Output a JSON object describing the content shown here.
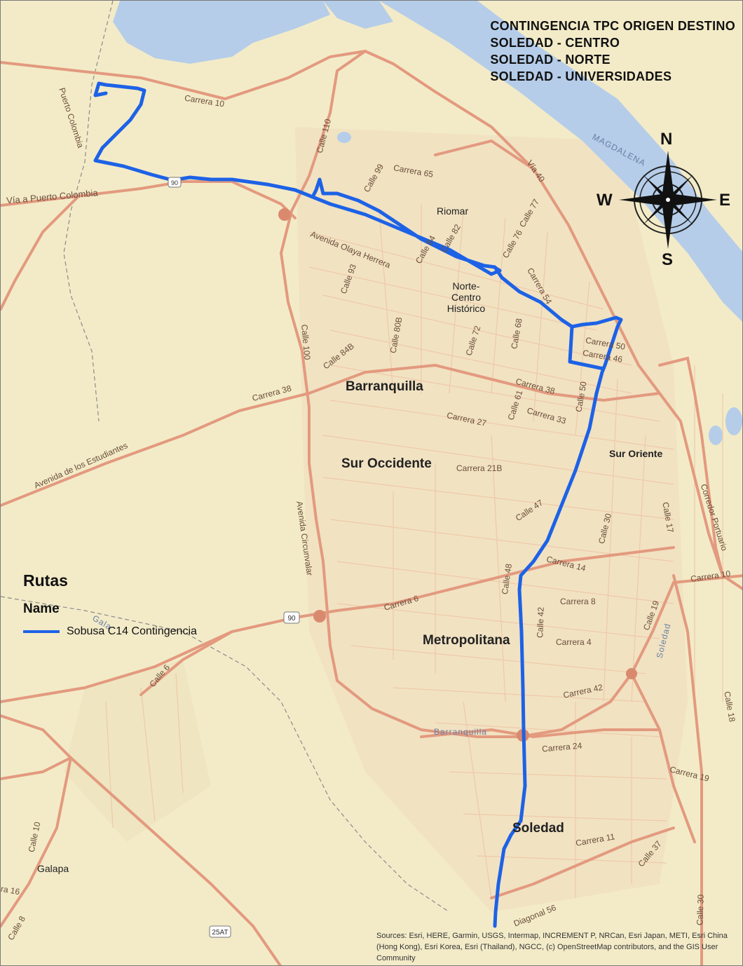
{
  "title": {
    "lines": [
      "CONTINGENCIA TPC ORIGEN DESTINO",
      "SOLEDAD - CENTRO",
      "SOLEDAD - NORTE",
      "SOLEDAD - UNIVERSIDADES"
    ]
  },
  "legend": {
    "title": "Rutas",
    "field": "Name",
    "items": [
      {
        "label": "Sobusa C14 Contingencia",
        "color": "#1d62e6"
      }
    ]
  },
  "compass": {
    "n": "N",
    "s": "S",
    "e": "E",
    "w": "W"
  },
  "attribution": "Sources: Esri, HERE, Garmin, USGS, Intermap, INCREMENT P, NRCan, Esri Japan, METI, Esri China (Hong Kong), Esri Korea, Esri (Thailand), NGCC, (c) OpenStreetMap contributors, and the GIS User Community",
  "places": {
    "barranquilla": "Barranquilla",
    "sur_occidente": "Sur Occidente",
    "metropolitana": "Metropolitana",
    "soledad": "Soledad",
    "riomar": "Riomar",
    "norte_centro": "Norte-Centro Histórico",
    "sur_oriente": "Sur Oriente",
    "galapa": "Galapa"
  },
  "streets": {
    "carrera_10_nw": "Carrera 10",
    "via_puerto_colombia": "Vía a Puerto Colombia",
    "puerto_colombia": "Puerto Colombia",
    "calle_110": "Calle 110",
    "calle_99": "Calle 99",
    "carrera_65": "Carrera 65",
    "via_40": "Vía 40",
    "calle_77": "Calle 77",
    "calle_76": "Calle 76",
    "calle_84": "Calle 84",
    "calle_82": "Calle 82",
    "avenida_olaya_herrera": "Avenida Olaya Herrera",
    "calle_93": "Calle 93",
    "calle_80b": "Calle 80B",
    "calle_84b": "Calle 84B",
    "calle_72": "Calle 72",
    "calle_68": "Calle 68",
    "carrera_50": "Carrera 50",
    "carrera_46": "Carrera 46",
    "carrera_54": "Carrera 54",
    "calle_100": "Calle 100",
    "carrera_38_w": "Carrera 38",
    "carrera_38": "Carrera 38",
    "calle_61": "Calle 61",
    "carrera_33": "Carrera 33",
    "carrera_27": "Carrera 27",
    "calle_50": "Calle 50",
    "carrera_21b": "Carrera 21B",
    "avenida_estudiantes": "Avenida de los Estudiantes",
    "avenida_circunvalar": "Avenida Circunvalar",
    "calle_47": "Calle 47",
    "calle_30": "Calle 30",
    "calle_17": "Calle 17",
    "corredor_portuario": "Corredor Portuario",
    "carrera_14": "Carrera 14",
    "calle_48": "Calle 48",
    "carrera_10_e": "Carrera 10",
    "carrera_8": "Carrera 8",
    "carrera_6": "Carrera 6",
    "calle_42": "Calle 42",
    "carrera_4": "Carrera 4",
    "calle_19": "Calle 19",
    "soledad_rd": "Soledad",
    "calle_6": "Calle 6",
    "carrera_42": "Carrera 42",
    "calle_18": "Calle 18",
    "barranquilla_rd": "Barranquilla",
    "carrera_24": "Carrera 24",
    "carrera_19": "Carrera 19",
    "carrera_11": "Carrera 11",
    "calle_37": "Calle 37",
    "calle_10": "Calle 10",
    "calle_30_s": "Calle 30",
    "diagonal_56": "Diagonal 56",
    "ra_16": "ra 16",
    "calle_8": "Calle 8",
    "gala": "Gala",
    "magdalena": "MAGDALENA"
  },
  "shields": {
    "hw_90": "90",
    "hw_25at": "25AT",
    "hw_90_nw": "90"
  },
  "colors": {
    "land": "#f3ebc8",
    "water": "#b5cde9",
    "major_road": "#e39a7f",
    "minor_road": "#efc9a8",
    "route": "#1d62e6"
  }
}
